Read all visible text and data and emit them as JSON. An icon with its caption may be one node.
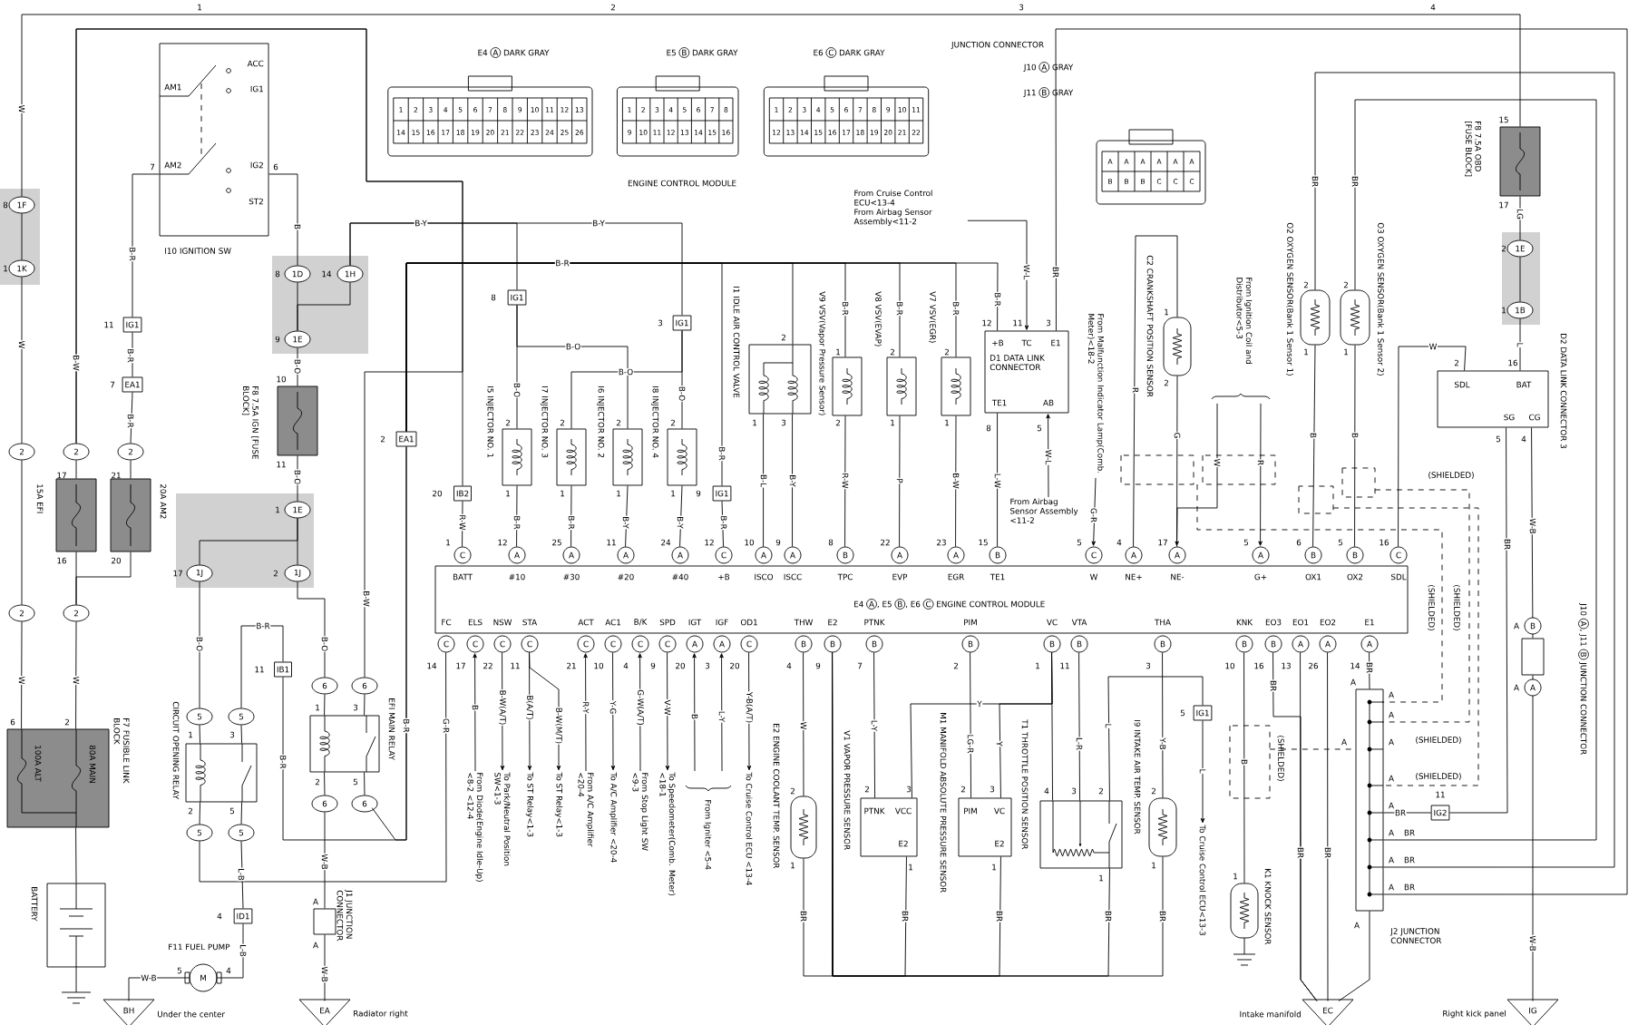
{
  "diagram": {
    "nodes": [
      {
        "text": [
          "AM1",
          "ACC",
          "IG1",
          "AM2",
          "IG2",
          "ST2",
          "I10 IGNITION SW"
        ]
      },
      {
        "text": [
          "F8 7.5A IGN [FUSE BLOCK]"
        ]
      },
      {
        "text": [
          "15A EFI"
        ]
      },
      {
        "text": [
          "20A AM2"
        ]
      },
      {
        "text": [
          "100A ALT",
          "80A MAIN",
          "F7 FUSIBLE LINK BLOCK"
        ]
      },
      {
        "text": [
          "BATTERY"
        ]
      },
      {
        "text": [
          "CIRCUIT OPENING RELAY"
        ]
      },
      {
        "text": [
          "EFI MAIN RELAY"
        ]
      },
      {
        "text": [
          "F11 FUEL PUMP",
          "M"
        ]
      },
      {
        "text": [
          "J1 JUNCTION CONNECTOR"
        ]
      },
      {
        "text": [
          "BH"
        ],
        "beside": [
          "Under the center"
        ]
      },
      {
        "text": [
          "EA"
        ],
        "beside": [
          "Radiator right"
        ]
      },
      {
        "text": [
          "I5 INJECTOR NO. 1"
        ]
      },
      {
        "text": [
          "I7 INJECTOR NO. 3"
        ]
      },
      {
        "text": [
          "I6 INJECTOR NO. 2"
        ]
      },
      {
        "text": [
          "I8 INJECTOR NO. 4"
        ]
      },
      {
        "text": [
          "I1 IDLE AIR CONTROL VALVE"
        ]
      },
      {
        "text": [
          "V9 VSV(Vapor Pressure Sensor)"
        ]
      },
      {
        "text": [
          "V8 VSV(EVAP)"
        ]
      },
      {
        "text": [
          "V7 VSV(EGR)"
        ]
      },
      {
        "text": [
          "+B",
          "TC",
          "E1",
          "D1 DATA LINK CONNECTOR",
          "TE1",
          "AB"
        ]
      },
      {
        "text": [
          "BATT",
          "#10",
          "#30",
          "#20",
          "#40",
          "+B",
          "ISCO",
          "ISCC",
          "TPC",
          "EVP",
          "EGR",
          "TE1",
          "W",
          "NE+",
          "NE-",
          "G+",
          "OX1",
          "OX2",
          "SDL",
          "E4",
          "A",
          ", E5",
          "B",
          ", E6",
          "C",
          "ENGINE CONTROL MODULE",
          "FC",
          "ELS",
          "NSW",
          "STA",
          "ACT",
          "AC1",
          "B/K",
          "SPD",
          "IGT",
          "IGF",
          "OD1",
          "THW",
          "E2",
          "PTNK",
          "PIM",
          "VC",
          "VTA",
          "THA",
          "KNK",
          "EO3",
          "EO1",
          "EO2",
          "E1"
        ]
      },
      {
        "text": [
          "C2 CRANKSHAFT POSITION SENSOR"
        ]
      },
      {
        "text": [
          "O2 OXYGEN SENSOR(Bank 1 Sensor 1)"
        ]
      },
      {
        "text": [
          "O3 OXYGEN SENSOR(Bank 1 Sensor 2)"
        ]
      },
      {
        "text": [
          "F8 7.5A OBD [FUSE BLOCK]"
        ]
      },
      {
        "text": [
          "SDL",
          "BAT",
          "SG",
          "CG",
          "D2 DATA LINK CONNECTOR 3"
        ]
      },
      {
        "text": [
          "E2 ENGINE COOLANT TEMP. SENSOR"
        ]
      },
      {
        "text": [
          "PTNK",
          "VCC",
          "E2",
          "V1 VAPOR PRESSURE SENSOR"
        ]
      },
      {
        "text": [
          "PIM",
          "VC",
          "E2",
          "M1 MANIFOLD ABSOLUTE PRESSURE SENSOR"
        ]
      },
      {
        "text": [
          "T1 THROTTLE POSITION SENSOR"
        ]
      },
      {
        "text": [
          "I9 INTAKE AIR TEMP. SENSOR"
        ]
      },
      {
        "text": [
          "K1 KNOCK SENSOR"
        ]
      },
      {
        "text": [
          "J2 JUNCTION CONNECTOR"
        ]
      },
      {
        "text": [
          "J10",
          "A",
          ", J11",
          "B",
          "JUNCTION CONNECTOR"
        ]
      },
      {
        "text": [
          "EC"
        ],
        "beside": [
          "Intake manifold"
        ]
      },
      {
        "text": [
          "IG"
        ],
        "beside": [
          "Right kick panel"
        ]
      },
      {
        "text": [
          "IG1"
        ]
      },
      {
        "text": [
          "EA1"
        ]
      },
      {
        "text": [
          "IG1"
        ]
      },
      {
        "text": [
          "IG1"
        ]
      },
      {
        "text": [
          "EA1"
        ]
      },
      {
        "text": [
          "IB2"
        ]
      },
      {
        "text": [
          "IG1"
        ]
      },
      {
        "text": [
          "IB1"
        ]
      },
      {
        "text": [
          "ID1"
        ]
      },
      {
        "text": [
          "IG1"
        ]
      },
      {
        "text": [
          "IG2"
        ]
      },
      {
        "text": [
          "1F"
        ]
      },
      {
        "text": [
          "1K"
        ]
      },
      {
        "text": [
          "1D"
        ]
      },
      {
        "text": [
          "1H"
        ]
      },
      {
        "text": [
          "1E"
        ]
      },
      {
        "text": [
          "1E"
        ]
      },
      {
        "text": [
          "1J"
        ]
      },
      {
        "text": [
          "1J"
        ]
      },
      {
        "text": [
          "1E"
        ]
      },
      {
        "text": [
          "1B"
        ]
      },
      {
        "text": [
          "2"
        ]
      },
      {
        "text": [
          "2"
        ]
      },
      {
        "text": [
          "2"
        ]
      },
      {
        "text": [
          "2"
        ]
      },
      {
        "text": [
          "2"
        ]
      },
      {
        "text": [
          "5"
        ]
      },
      {
        "text": [
          "5"
        ]
      },
      {
        "text": [
          "5"
        ]
      },
      {
        "text": [
          "5"
        ]
      },
      {
        "text": [
          "6"
        ]
      },
      {
        "text": [
          "6"
        ]
      },
      {
        "text": [
          "6"
        ]
      },
      {
        "text": [
          "6"
        ]
      },
      {
        "text": [
          "From Cruise Control ECU<13-4",
          "From Airbag Sensor Assembly<11-2"
        ]
      },
      {
        "text": [
          "From Airbag Sensor Assembly <11-2"
        ]
      },
      {
        "text": [
          "From Malfunction Indicator Lamp(Comb. Meter)<18-2"
        ]
      },
      {
        "text": [
          "From Ignition Coil and Distributor<5-3"
        ]
      },
      {
        "text": [
          "From Diode(Engine Idle-Up) <8-2 <12-4"
        ]
      },
      {
        "text": [
          "To Park/Neutral Position SW<1-3"
        ]
      },
      {
        "text": [
          "To ST Relay<1-3"
        ]
      },
      {
        "text": [
          "To ST Relay<1-3"
        ]
      },
      {
        "text": [
          "From A/C Amplifier <20-4"
        ]
      },
      {
        "text": [
          "To A/C Amplifier <20-4"
        ]
      },
      {
        "text": [
          "From Stop Light SW <9-3"
        ]
      },
      {
        "text": [
          "To Speedometer(Comb. Meter) <18-1"
        ]
      },
      {
        "text": [
          "From Igniter <5-4"
        ]
      },
      {
        "text": [
          "To Cruise Control ECU <13-4"
        ]
      },
      {
        "text": [
          "To Cruise Control ECU<13-3"
        ]
      }
    ],
    "edges": [
      {
        "from": 48,
        "to": 49,
        "arrow": "none"
      },
      {
        "from": 48,
        "to": 25,
        "arrow": "none",
        "label": "W"
      },
      {
        "from": 49,
        "to": 58,
        "arrow": "none",
        "label": "W"
      },
      {
        "from": 58,
        "to": 61,
        "arrow": "none"
      },
      {
        "from": 61,
        "to": 4,
        "arrow": "none",
        "label": "W"
      },
      {
        "from": 62,
        "to": 4,
        "arrow": "none",
        "label": "W"
      },
      {
        "from": 59,
        "to": 2,
        "arrow": "none"
      },
      {
        "from": 60,
        "to": 3,
        "arrow": "none"
      },
      {
        "from": 2,
        "to": 62,
        "arrow": "none"
      },
      {
        "from": 3,
        "to": 62,
        "arrow": "none"
      },
      {
        "from": 59,
        "to": 42,
        "arrow": "none",
        "label": "B-W"
      },
      {
        "from": 59,
        "to": 68,
        "arrow": "none",
        "label": "B-W"
      },
      {
        "from": 60,
        "to": 38,
        "arrow": "none",
        "label": "B-R"
      },
      {
        "from": 38,
        "to": 37,
        "arrow": "none",
        "label": "B-R"
      },
      {
        "from": 37,
        "to": 0,
        "arrow": "none",
        "label": "B-R"
      },
      {
        "from": 0,
        "to": 50,
        "arrow": "none",
        "label": "B"
      },
      {
        "from": 50,
        "to": 52,
        "arrow": "none"
      },
      {
        "from": 51,
        "to": 52,
        "arrow": "none"
      },
      {
        "from": 52,
        "to": 1,
        "arrow": "none",
        "label": "B-O"
      },
      {
        "from": 1,
        "to": 53,
        "arrow": "none",
        "label": "B-O"
      },
      {
        "from": 53,
        "to": 54,
        "arrow": "none"
      },
      {
        "from": 53,
        "to": 55,
        "arrow": "none"
      },
      {
        "from": 54,
        "to": 63,
        "arrow": "none",
        "label": "B-O"
      },
      {
        "from": 55,
        "to": 67,
        "arrow": "none",
        "label": "B-O"
      },
      {
        "from": 51,
        "to": 39,
        "arrow": "none",
        "label": "B-Y"
      },
      {
        "from": 51,
        "to": 40,
        "arrow": "none",
        "label": "B-Y"
      },
      {
        "from": 39,
        "to": 12,
        "arrow": "none",
        "label": "B-O"
      },
      {
        "from": 39,
        "to": 14,
        "arrow": "none",
        "label": "B-O"
      },
      {
        "from": 40,
        "to": 15,
        "arrow": "none",
        "label": "B-O"
      },
      {
        "from": 40,
        "to": 13,
        "arrow": "none",
        "label": "B-O"
      },
      {
        "from": 12,
        "to": 21,
        "arrow": "none",
        "label": "B-R"
      },
      {
        "from": 13,
        "to": 21,
        "arrow": "none",
        "label": "B-R"
      },
      {
        "from": 14,
        "to": 21,
        "arrow": "none",
        "label": "B-Y"
      },
      {
        "from": 15,
        "to": 21,
        "arrow": "none",
        "label": "B-Y"
      },
      {
        "from": 42,
        "to": 21,
        "arrow": "none",
        "label": "R-W"
      },
      {
        "from": 70,
        "to": 41,
        "arrow": "none",
        "label": "B-R"
      },
      {
        "from": 41,
        "to": 16,
        "arrow": "none",
        "label": "B-R"
      },
      {
        "from": 41,
        "to": 43,
        "arrow": "none",
        "label": "B-R"
      },
      {
        "from": 41,
        "to": 17,
        "arrow": "none",
        "label": "B-R"
      },
      {
        "from": 41,
        "to": 18,
        "arrow": "none",
        "label": "B-R"
      },
      {
        "from": 41,
        "to": 19,
        "arrow": "none",
        "label": "B-R"
      },
      {
        "from": 41,
        "to": 20,
        "arrow": "none",
        "label": "B-R"
      },
      {
        "from": 43,
        "to": 21,
        "arrow": "none",
        "label": "B-R"
      },
      {
        "from": 16,
        "to": 21,
        "arrow": "none",
        "label": "B-L"
      },
      {
        "from": 16,
        "to": 21,
        "arrow": "none",
        "label": "B-Y"
      },
      {
        "from": 17,
        "to": 21,
        "arrow": "none",
        "label": "R-W"
      },
      {
        "from": 18,
        "to": 21,
        "arrow": "none",
        "label": "P"
      },
      {
        "from": 19,
        "to": 21,
        "arrow": "none",
        "label": "B-W"
      },
      {
        "from": 20,
        "to": 21,
        "arrow": "none",
        "label": "L-W"
      },
      {
        "from": 71,
        "to": 20,
        "arrow": "to",
        "label": "W-L"
      },
      {
        "from": 72,
        "to": 20,
        "arrow": "to",
        "label": "W-L"
      },
      {
        "from": 73,
        "to": 21,
        "arrow": "to",
        "label": "G-R"
      },
      {
        "from": 22,
        "to": 21,
        "arrow": "none",
        "label": "R"
      },
      {
        "from": 22,
        "to": 21,
        "arrow": "none",
        "label": "G"
      },
      {
        "from": 74,
        "to": 21,
        "arrow": "to",
        "label": "W"
      },
      {
        "from": 74,
        "to": 21,
        "arrow": "to",
        "label": "R"
      },
      {
        "from": 23,
        "to": 21,
        "arrow": "none",
        "label": "B"
      },
      {
        "from": 24,
        "to": 21,
        "arrow": "none",
        "label": "B"
      },
      {
        "from": 23,
        "to": 33,
        "arrow": "none",
        "label": "BR"
      },
      {
        "from": 24,
        "to": 33,
        "arrow": "none",
        "label": "BR"
      },
      {
        "from": 20,
        "to": 33,
        "arrow": "none",
        "label": "BR"
      },
      {
        "from": 25,
        "to": 56,
        "arrow": "none",
        "label": "LG"
      },
      {
        "from": 56,
        "to": 57,
        "arrow": "none"
      },
      {
        "from": 57,
        "to": 26,
        "arrow": "none",
        "label": "L"
      },
      {
        "from": 26,
        "to": 21,
        "arrow": "none",
        "label": "W"
      },
      {
        "from": 26,
        "to": 47,
        "arrow": "none",
        "label": "BR"
      },
      {
        "from": 26,
        "to": 34,
        "arrow": "none",
        "label": "W-B"
      },
      {
        "from": 34,
        "to": 36,
        "arrow": "none",
        "label": "W-B"
      },
      {
        "from": 47,
        "to": 33,
        "arrow": "none",
        "label": "BR"
      },
      {
        "from": 21,
        "to": 65,
        "arrow": "none",
        "label": "G-R"
      },
      {
        "from": 63,
        "to": 6,
        "arrow": "none"
      },
      {
        "from": 64,
        "to": 6,
        "arrow": "none"
      },
      {
        "from": 6,
        "to": 65,
        "arrow": "none"
      },
      {
        "from": 6,
        "to": 66,
        "arrow": "none"
      },
      {
        "from": 66,
        "to": 45,
        "arrow": "none",
        "label": "L-B"
      },
      {
        "from": 45,
        "to": 8,
        "arrow": "none",
        "label": "L-B"
      },
      {
        "from": 8,
        "to": 10,
        "arrow": "none",
        "label": "W-B"
      },
      {
        "from": 68,
        "to": 7,
        "arrow": "none"
      },
      {
        "from": 67,
        "to": 7,
        "arrow": "none"
      },
      {
        "from": 7,
        "to": 69,
        "arrow": "none"
      },
      {
        "from": 7,
        "to": 70,
        "arrow": "none"
      },
      {
        "from": 69,
        "to": 9,
        "arrow": "none",
        "label": "W-B"
      },
      {
        "from": 9,
        "to": 11,
        "arrow": "none",
        "label": "W-B"
      },
      {
        "from": 64,
        "to": 44,
        "arrow": "none",
        "label": "B-R"
      },
      {
        "from": 44,
        "to": 41,
        "arrow": "none",
        "label": "B-R"
      },
      {
        "from": 75,
        "to": 21,
        "arrow": "to",
        "label": "B"
      },
      {
        "from": 21,
        "to": 76,
        "arrow": "to",
        "label": "B-W(A/T)"
      },
      {
        "from": 21,
        "to": 77,
        "arrow": "to",
        "label": "B(A/T)"
      },
      {
        "from": 21,
        "to": 78,
        "arrow": "to",
        "label": "B-W(M/T)"
      },
      {
        "from": 79,
        "to": 21,
        "arrow": "to",
        "label": "R-Y"
      },
      {
        "from": 21,
        "to": 80,
        "arrow": "to",
        "label": "Y-G"
      },
      {
        "from": 81,
        "to": 21,
        "arrow": "to",
        "label": "G-W(A/T)"
      },
      {
        "from": 21,
        "to": 82,
        "arrow": "to",
        "label": "V-W"
      },
      {
        "from": 83,
        "to": 21,
        "arrow": "to",
        "label": "B"
      },
      {
        "from": 83,
        "to": 21,
        "arrow": "to",
        "label": "L-Y"
      },
      {
        "from": 21,
        "to": 84,
        "arrow": "to",
        "label": "Y-B(A/T)"
      },
      {
        "from": 21,
        "to": 27,
        "arrow": "none",
        "label": "W"
      },
      {
        "from": 27,
        "to": 21,
        "arrow": "none",
        "label": "BR"
      },
      {
        "from": 21,
        "to": 28,
        "arrow": "none",
        "label": "L-Y"
      },
      {
        "from": 21,
        "to": 28,
        "arrow": "none",
        "label": "Y"
      },
      {
        "from": 21,
        "to": 29,
        "arrow": "none",
        "label": "Y"
      },
      {
        "from": 21,
        "to": 30,
        "arrow": "none"
      },
      {
        "from": 21,
        "to": 29,
        "arrow": "none",
        "label": "LG-R"
      },
      {
        "from": 21,
        "to": 30,
        "arrow": "none",
        "label": "L-R"
      },
      {
        "from": 21,
        "to": 31,
        "arrow": "none",
        "label": "Y-B"
      },
      {
        "from": 30,
        "to": 46,
        "arrow": "none",
        "label": "L"
      },
      {
        "from": 46,
        "to": 85,
        "arrow": "to",
        "label": "L"
      },
      {
        "from": 28,
        "to": 21,
        "arrow": "none",
        "label": "BR"
      },
      {
        "from": 29,
        "to": 21,
        "arrow": "none",
        "label": "BR"
      },
      {
        "from": 30,
        "to": 21,
        "arrow": "none",
        "label": "BR"
      },
      {
        "from": 31,
        "to": 21,
        "arrow": "none",
        "label": "BR"
      },
      {
        "from": 21,
        "to": 32,
        "arrow": "none",
        "label": "B"
      },
      {
        "from": 21,
        "to": 35,
        "arrow": "none",
        "label": "BR"
      },
      {
        "from": 21,
        "to": 35,
        "arrow": "none",
        "label": "BR"
      },
      {
        "from": 21,
        "to": 35,
        "arrow": "none",
        "label": "BR"
      },
      {
        "from": 21,
        "to": 33,
        "arrow": "none",
        "label": "BR"
      },
      {
        "from": 33,
        "to": 35,
        "arrow": "none"
      },
      {
        "from": 4,
        "to": 5,
        "arrow": "none"
      }
    ],
    "labels": [
      "1",
      "2",
      "3",
      "4",
      "E4",
      "A",
      "DARK GRAY",
      "E5",
      "B",
      "DARK GRAY",
      "E6",
      "C",
      "DARK GRAY",
      "1",
      "2",
      "3",
      "4",
      "5",
      "6",
      "7",
      "8",
      "9",
      "10",
      "11",
      "12",
      "13",
      "14",
      "15",
      "16",
      "17",
      "18",
      "19",
      "20",
      "21",
      "22",
      "23",
      "24",
      "25",
      "26",
      "1",
      "2",
      "3",
      "4",
      "5",
      "6",
      "7",
      "8",
      "9",
      "10",
      "11",
      "12",
      "13",
      "14",
      "15",
      "16",
      "1",
      "2",
      "3",
      "4",
      "5",
      "6",
      "7",
      "8",
      "9",
      "10",
      "11",
      "12",
      "13",
      "14",
      "15",
      "16",
      "17",
      "18",
      "19",
      "20",
      "21",
      "22",
      "ENGINE CONTROL MODULE",
      "JUNCTION CONNECTOR",
      "J10",
      "A",
      "GRAY",
      "J11",
      "B",
      "GRAY",
      "A",
      "A",
      "A",
      "A",
      "A",
      "A",
      "B",
      "B",
      "B",
      "C",
      "C",
      "C",
      "1",
      "C",
      "12",
      "A",
      "25",
      "A",
      "11",
      "A",
      "24",
      "A",
      "12",
      "C",
      "10",
      "A",
      "9",
      "A",
      "8",
      "B",
      "22",
      "A",
      "23",
      "A",
      "15",
      "B",
      "5",
      "C",
      "4",
      "A",
      "17",
      "A",
      "5",
      "A",
      "6",
      "B",
      "5",
      "B",
      "16",
      "C",
      "C",
      "14",
      "C",
      "17",
      "C",
      "22",
      "C",
      "11",
      "C",
      "21",
      "C",
      "10",
      "C",
      "4",
      "C",
      "9",
      "A",
      "20",
      "A",
      "3",
      "C",
      "20",
      "B",
      "4",
      "B",
      "9",
      "B",
      "7",
      "B",
      "2",
      "B",
      "1",
      "B",
      "11",
      "B",
      "3",
      "B",
      "10",
      "B",
      "16",
      "A",
      "13",
      "A",
      "26",
      "A",
      "14",
      "7",
      "6",
      "8",
      "1",
      "8",
      "14",
      "9",
      "11",
      "7",
      "10",
      "11",
      "17",
      "21",
      "16",
      "20",
      "1",
      "17",
      "2",
      "6",
      "2",
      "8",
      "3",
      "2",
      "20",
      "9",
      "2",
      "1",
      "2",
      "1",
      "2",
      "1",
      "2",
      "1",
      "2",
      "1",
      "3",
      "1",
      "2",
      "2",
      "1",
      "2",
      "1",
      "12",
      "11",
      "3",
      "8",
      "5",
      "1",
      "2",
      "2",
      "1",
      "2",
      "1",
      "15",
      "17",
      "2",
      "1",
      "2",
      "16",
      "5",
      "4",
      "1",
      "3",
      "2",
      "5",
      "1",
      "3",
      "2",
      "5",
      "11",
      "4",
      "5",
      "4",
      "A",
      "A",
      "2",
      "1",
      "2",
      "3",
      "1",
      "2",
      "3",
      "1",
      "4",
      "3",
      "2",
      "1",
      "2",
      "1",
      "1",
      "5",
      "11",
      "A",
      "A",
      "A",
      "A",
      "A",
      "A",
      "A",
      "A",
      "A",
      "(SHIELDED)",
      "(SHIELDED)",
      "BR",
      "BR",
      "BR",
      "A",
      "A",
      "(SHIELDED)",
      "(SHIELDED)",
      "(SHIELDED)",
      "(SHIELDED)",
      "A",
      "B",
      "A",
      "A"
    ]
  }
}
